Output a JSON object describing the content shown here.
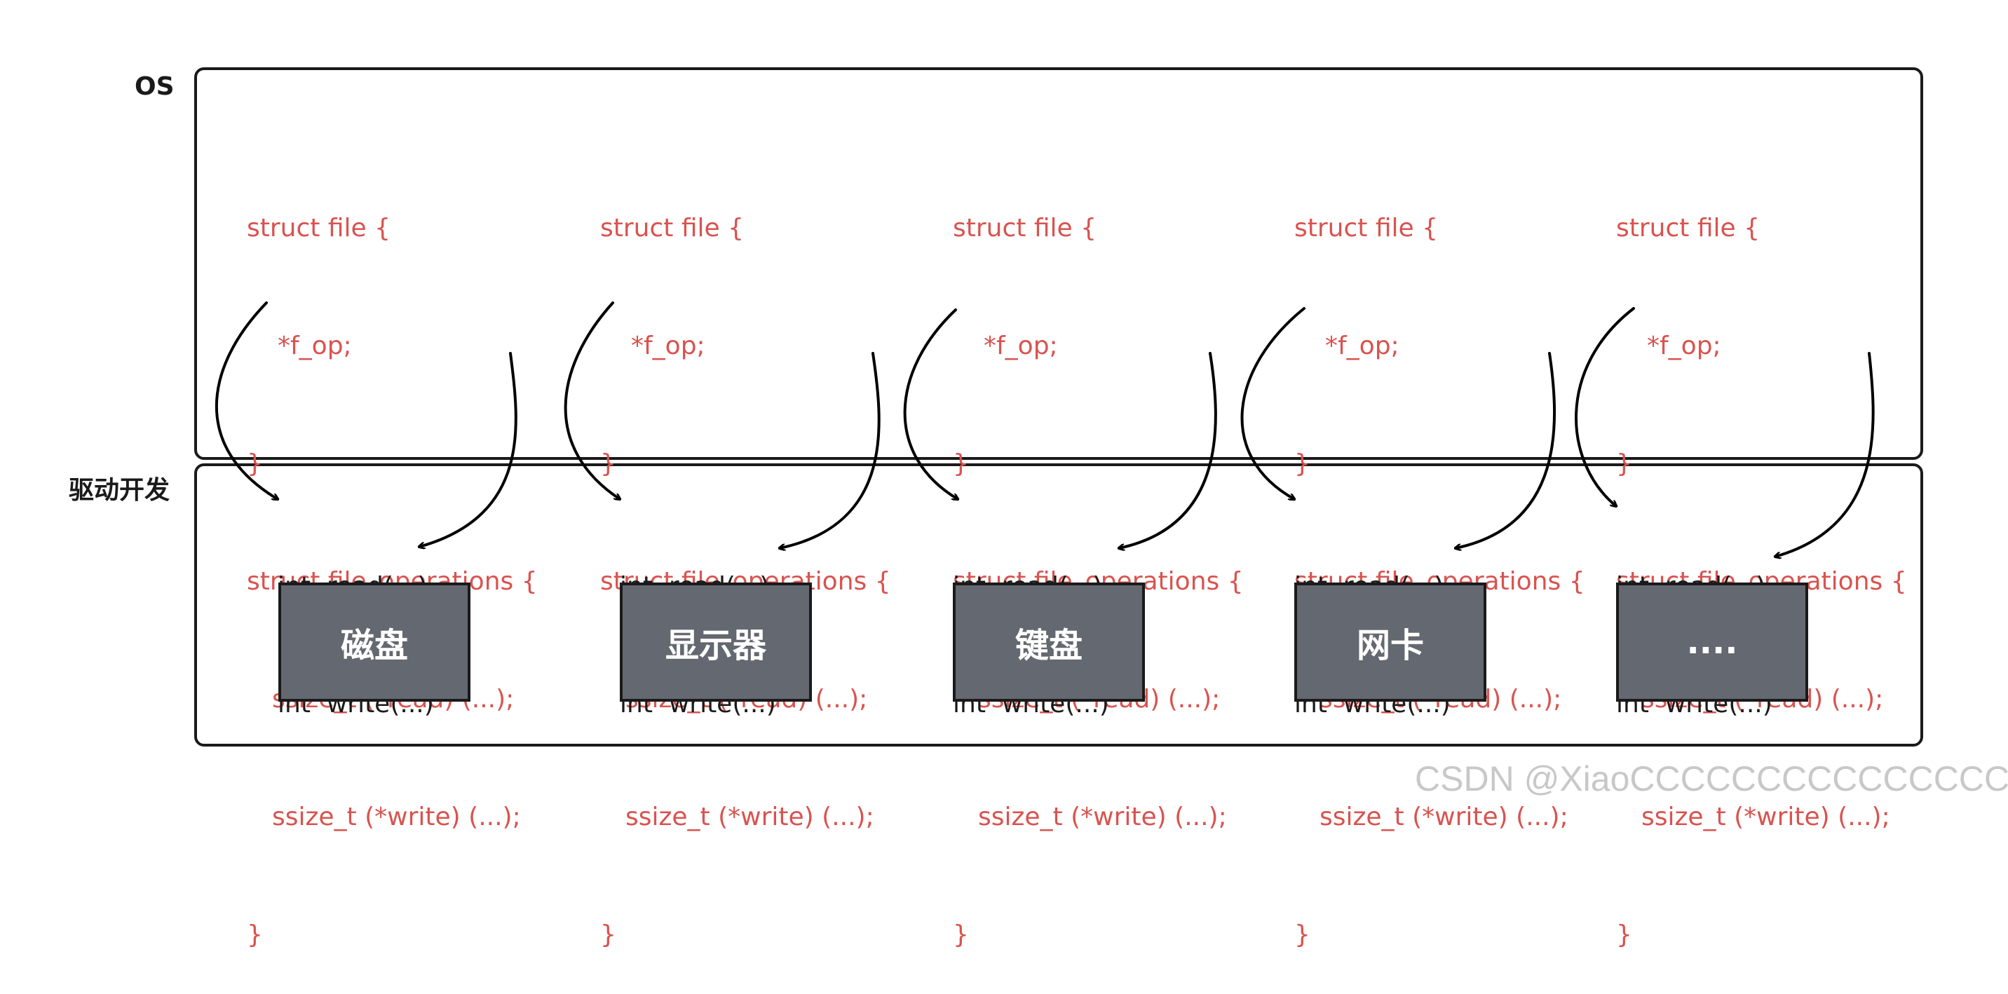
{
  "labels": {
    "os": "OS",
    "driver": "驱动开发"
  },
  "code": {
    "line1": "struct file {",
    "line2": "*f_op;",
    "line3": "}",
    "line4": "struct file_operations {",
    "line5": "ssize_t (*read) (...);",
    "line6": "ssize_t (*write) (...);",
    "line7": "}"
  },
  "funcs": {
    "read": "int  read(...)",
    "write": "int  write(...)"
  },
  "devices": [
    {
      "name": "磁盘"
    },
    {
      "name": "显示器"
    },
    {
      "name": "键盘"
    },
    {
      "name": "网卡"
    },
    {
      "name": "...."
    }
  ],
  "colors": {
    "code_text": "#d9534f",
    "device_fill": "#646870",
    "border": "#1a1a1a"
  },
  "watermark": "CSDN @XiaoCCCCCCCCCCCCCCC"
}
